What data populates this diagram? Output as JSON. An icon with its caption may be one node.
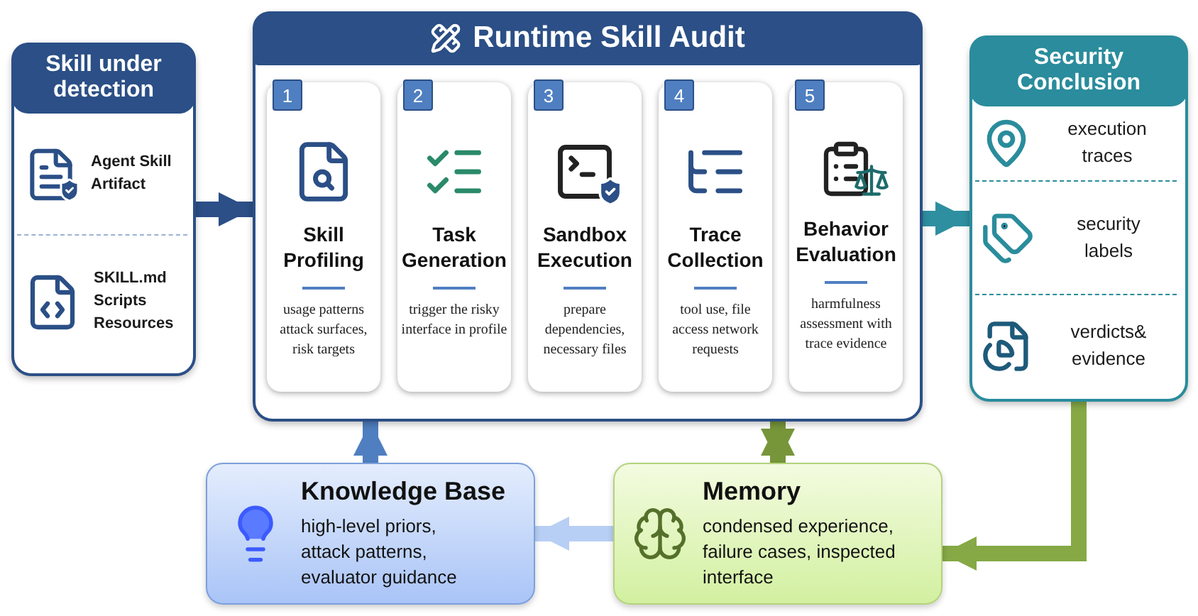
{
  "diagram": {
    "nodes": [
      {
        "text": [
          "Skill under detection"
        ]
      },
      {
        "text": [
          "Agent Skill Artifact"
        ],
        "in": 0
      },
      {
        "text": [
          "SKILL.md Scripts Resources"
        ],
        "in": 0
      },
      {
        "text": [
          "Runtime Skill Audit"
        ]
      },
      {
        "text": [
          "1",
          "Skill Profiling",
          "usage patterns attack surfaces, risk targets"
        ],
        "in": 3
      },
      {
        "text": [
          "2",
          "Task Generation",
          "trigger the risky interface in profile"
        ],
        "in": 3
      },
      {
        "text": [
          "3",
          "Sandbox Execution",
          "prepare dependencies, necessary files"
        ],
        "in": 3
      },
      {
        "text": [
          "4",
          "Trace Collection",
          "tool use, file access network requests"
        ],
        "in": 3
      },
      {
        "text": [
          "5",
          "Behavior Evaluation",
          "harmfulness assessment with trace evidence"
        ],
        "in": 3
      },
      {
        "text": [
          "Security Conclusion"
        ]
      },
      {
        "text": [
          "execution traces"
        ],
        "in": 9
      },
      {
        "text": [
          "security labels"
        ],
        "in": 9
      },
      {
        "text": [
          "verdicts& evidence"
        ],
        "in": 9
      },
      {
        "text": [
          "Knowledge Base",
          "high-level priors, attack patterns, evaluator guidance"
        ]
      },
      {
        "text": [
          "Memory",
          "condensed experience, failure cases, inspected interface"
        ]
      }
    ],
    "edges": [
      {
        "from": 0,
        "to": 3,
        "arrow": "to",
        "color": "#2b4f86"
      },
      {
        "from": 3,
        "to": 9,
        "arrow": "to",
        "color": "#2e8fa0"
      },
      {
        "from": 13,
        "to": 3,
        "arrow": "to",
        "color": "#4f7fc0"
      },
      {
        "from": 14,
        "to": 3,
        "arrow": "both",
        "color": "#77963a"
      },
      {
        "from": 9,
        "to": 14,
        "arrow": "to",
        "color": "#86a845"
      },
      {
        "from": 14,
        "to": 13,
        "arrow": "to",
        "color": "#b8cff5"
      }
    ]
  }
}
